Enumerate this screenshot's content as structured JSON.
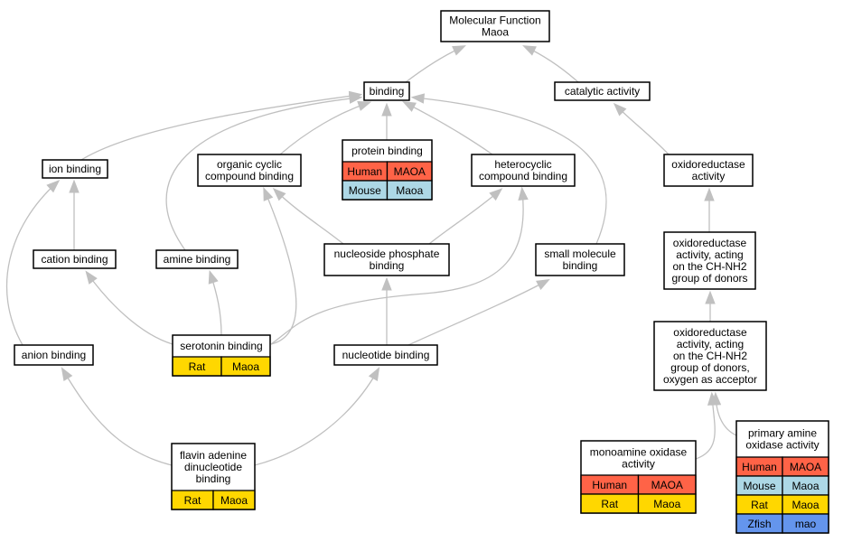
{
  "colors": {
    "human": "#ff6347",
    "mouse": "#add8e6",
    "rat": "#ffd700",
    "zfish": "#6495ed",
    "edge": "#c0c0c0"
  },
  "nodes": [
    {
      "id": "molecular-function",
      "lines": [
        "Molecular Function",
        "Maoa"
      ]
    },
    {
      "id": "binding",
      "lines": [
        "binding"
      ]
    },
    {
      "id": "catalytic-activity",
      "lines": [
        "catalytic activity"
      ]
    },
    {
      "id": "ion-binding",
      "lines": [
        "ion binding"
      ]
    },
    {
      "id": "organic-cyclic-compound-binding",
      "lines": [
        "organic cyclic",
        "compound binding"
      ]
    },
    {
      "id": "protein-binding",
      "lines": [
        "protein binding"
      ],
      "annotations": [
        {
          "species": "Human",
          "gene": "MAOA",
          "color": "#ff6347"
        },
        {
          "species": "Mouse",
          "gene": "Maoa",
          "color": "#add8e6"
        }
      ]
    },
    {
      "id": "heterocyclic-compound-binding",
      "lines": [
        "heterocyclic",
        "compound binding"
      ]
    },
    {
      "id": "oxidoreductase-activity",
      "lines": [
        "oxidoreductase",
        "activity"
      ]
    },
    {
      "id": "cation-binding",
      "lines": [
        "cation binding"
      ]
    },
    {
      "id": "amine-binding",
      "lines": [
        "amine binding"
      ]
    },
    {
      "id": "nucleoside-phosphate-binding",
      "lines": [
        "nucleoside phosphate",
        "binding"
      ]
    },
    {
      "id": "small-molecule-binding",
      "lines": [
        "small molecule",
        "binding"
      ]
    },
    {
      "id": "oxidoreductase-ch-nh2",
      "lines": [
        "oxidoreductase",
        "activity, acting",
        "on the CH-NH2",
        "group of donors"
      ]
    },
    {
      "id": "anion-binding",
      "lines": [
        "anion binding"
      ]
    },
    {
      "id": "serotonin-binding",
      "lines": [
        "serotonin binding"
      ],
      "annotations": [
        {
          "species": "Rat",
          "gene": "Maoa",
          "color": "#ffd700"
        }
      ]
    },
    {
      "id": "nucleotide-binding",
      "lines": [
        "nucleotide binding"
      ]
    },
    {
      "id": "oxidoreductase-oxygen-acceptor",
      "lines": [
        "oxidoreductase",
        "activity, acting",
        "on the CH-NH2",
        "group of donors,",
        "oxygen as acceptor"
      ]
    },
    {
      "id": "flavin-adenine-dinucleotide-binding",
      "lines": [
        "flavin adenine",
        "dinucleotide",
        "binding"
      ],
      "annotations": [
        {
          "species": "Rat",
          "gene": "Maoa",
          "color": "#ffd700"
        }
      ]
    },
    {
      "id": "monoamine-oxidase-activity",
      "lines": [
        "monoamine oxidase",
        "activity"
      ],
      "annotations": [
        {
          "species": "Human",
          "gene": "MAOA",
          "color": "#ff6347"
        },
        {
          "species": "Rat",
          "gene": "Maoa",
          "color": "#ffd700"
        }
      ]
    },
    {
      "id": "primary-amine-oxidase-activity",
      "lines": [
        "primary amine",
        "oxidase activity"
      ],
      "annotations": [
        {
          "species": "Human",
          "gene": "MAOA",
          "color": "#ff6347"
        },
        {
          "species": "Mouse",
          "gene": "Maoa",
          "color": "#add8e6"
        },
        {
          "species": "Rat",
          "gene": "Maoa",
          "color": "#ffd700"
        },
        {
          "species": "Zfish",
          "gene": "mao",
          "color": "#6495ed"
        }
      ]
    }
  ],
  "edges": [
    {
      "from": "binding",
      "to": "molecular-function"
    },
    {
      "from": "catalytic-activity",
      "to": "molecular-function"
    },
    {
      "from": "ion-binding",
      "to": "binding"
    },
    {
      "from": "organic-cyclic-compound-binding",
      "to": "binding"
    },
    {
      "from": "protein-binding",
      "to": "binding"
    },
    {
      "from": "heterocyclic-compound-binding",
      "to": "binding"
    },
    {
      "from": "amine-binding",
      "to": "binding"
    },
    {
      "from": "small-molecule-binding",
      "to": "binding"
    },
    {
      "from": "oxidoreductase-activity",
      "to": "catalytic-activity"
    },
    {
      "from": "cation-binding",
      "to": "ion-binding"
    },
    {
      "from": "anion-binding",
      "to": "ion-binding"
    },
    {
      "from": "nucleoside-phosphate-binding",
      "to": "organic-cyclic-compound-binding"
    },
    {
      "from": "nucleoside-phosphate-binding",
      "to": "heterocyclic-compound-binding"
    },
    {
      "from": "serotonin-binding",
      "to": "organic-cyclic-compound-binding"
    },
    {
      "from": "serotonin-binding",
      "to": "heterocyclic-compound-binding"
    },
    {
      "from": "serotonin-binding",
      "to": "cation-binding"
    },
    {
      "from": "serotonin-binding",
      "to": "amine-binding"
    },
    {
      "from": "nucleotide-binding",
      "to": "nucleoside-phosphate-binding"
    },
    {
      "from": "nucleotide-binding",
      "to": "small-molecule-binding"
    },
    {
      "from": "oxidoreductase-ch-nh2",
      "to": "oxidoreductase-activity"
    },
    {
      "from": "oxidoreductase-oxygen-acceptor",
      "to": "oxidoreductase-ch-nh2"
    },
    {
      "from": "flavin-adenine-dinucleotide-binding",
      "to": "anion-binding"
    },
    {
      "from": "flavin-adenine-dinucleotide-binding",
      "to": "nucleotide-binding"
    },
    {
      "from": "monoamine-oxidase-activity",
      "to": "oxidoreductase-oxygen-acceptor"
    },
    {
      "from": "primary-amine-oxidase-activity",
      "to": "oxidoreductase-oxygen-acceptor"
    }
  ]
}
